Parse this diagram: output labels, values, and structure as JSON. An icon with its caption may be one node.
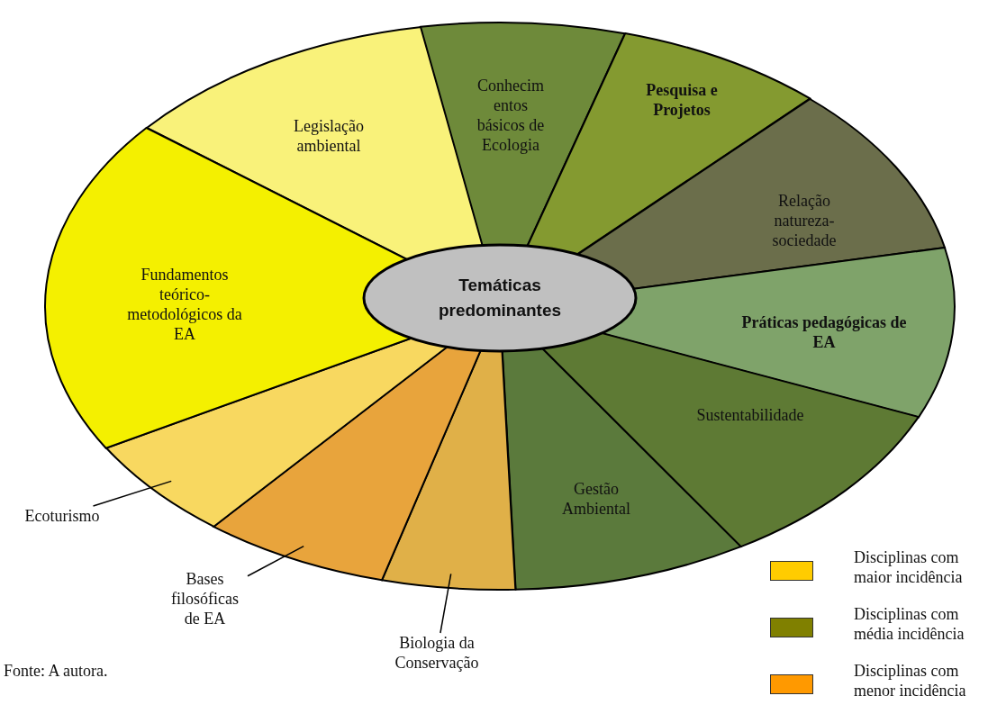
{
  "diagram": {
    "caption": "Fonte: A autora.",
    "nodes": [
      {
        "text": [
          "Temáticas predominantes"
        ]
      },
      {
        "text": [
          "Legislação ambiental"
        ]
      },
      {
        "text": [
          "Conhecim entos básicos de Ecologia"
        ]
      },
      {
        "text": [
          "Pesquisa e Projetos"
        ]
      },
      {
        "text": [
          "Relação natureza-sociedade"
        ]
      },
      {
        "text": [
          "Práticas pedagógicas de EA"
        ]
      },
      {
        "text": [
          "Sustentabilidade"
        ]
      },
      {
        "text": [
          "Gestão Ambiental"
        ]
      },
      {
        "text": [],
        "shape": "box"
      },
      {
        "text": [],
        "shape": "box"
      },
      {
        "text": [],
        "shape": "box"
      },
      {
        "text": [
          "Fundamentos teórico-metodológicos da EA"
        ]
      },
      {
        "text": [
          "Ecoturismo"
        ]
      },
      {
        "text": [
          "Bases filosóficas de EA"
        ]
      },
      {
        "text": [
          "Biologia da Conservação"
        ]
      }
    ],
    "edges": [
      {
        "from": 12,
        "to": 10,
        "arrow": "none"
      },
      {
        "from": 13,
        "to": 9,
        "arrow": "none"
      },
      {
        "from": 14,
        "to": 8,
        "arrow": "none"
      }
    ],
    "legend": [
      {
        "text": "Disciplinas com maior incidência",
        "color": "#ffcc00"
      },
      {
        "text": "Disciplinas com média incidência",
        "color": "#808000"
      },
      {
        "text": "Disciplinas com menor incidência",
        "color": "#ff9900"
      }
    ]
  }
}
